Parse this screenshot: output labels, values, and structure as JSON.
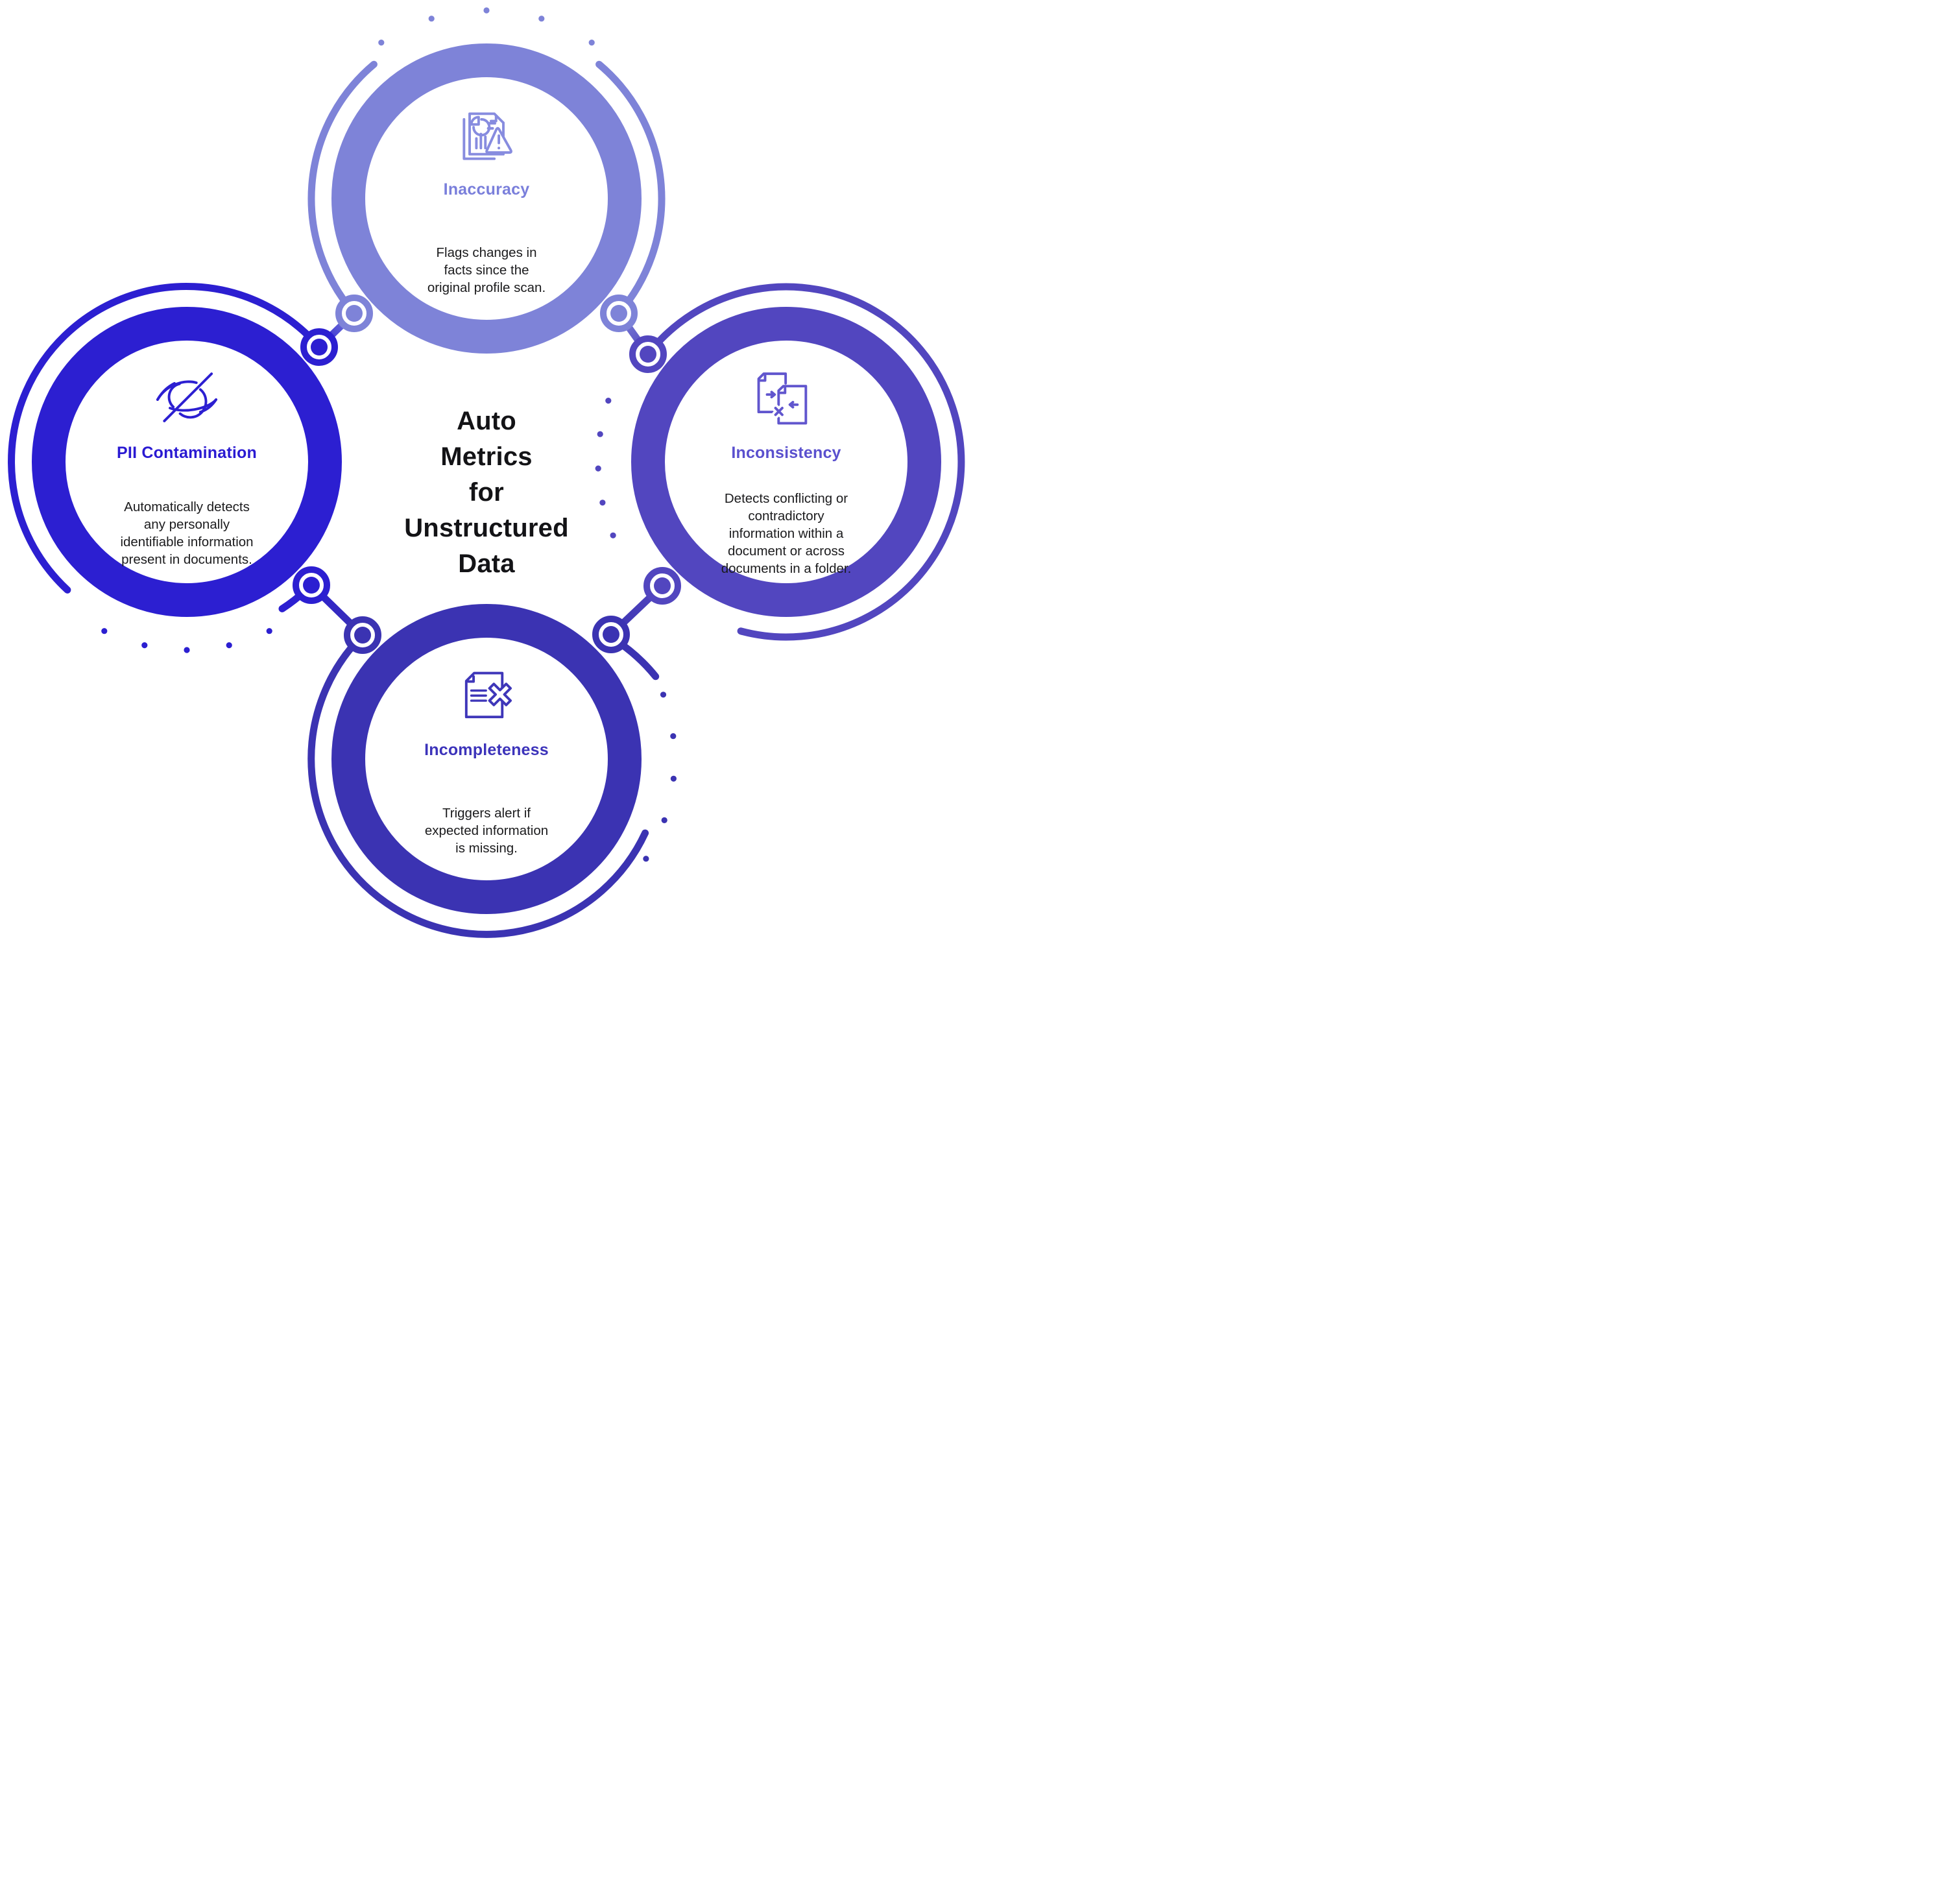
{
  "infographic": {
    "center_title": "Auto\nMetrics\nfor\nUnstructured\nData",
    "center_title_color": "#131316",
    "body_text_color": "#1B1B1D",
    "background_color": "#FFFFFF",
    "metrics": [
      {
        "id": "inaccuracy",
        "title": "Inaccuracy",
        "description": "Flags changes in\nfacts since the\noriginal profile scan.",
        "color": "#7E83D8",
        "title_color": "#7A7FDB",
        "icon_color": "#878CDF",
        "icon": "document-warning-icon",
        "position": "top"
      },
      {
        "id": "inconsistency",
        "title": "Inconsistency",
        "description": "Detects conflicting or\ncontradictory\ninformation within a\ndocument or across\ndocuments in a folder.",
        "color": "#5246BF",
        "title_color": "#5A50CE",
        "icon_color": "#6156CE",
        "icon": "documents-conflict-icon",
        "position": "right"
      },
      {
        "id": "pii-contamination",
        "title": "PII Contamination",
        "description": "Automatically detects\nany personally\nidentifiable information\npresent in documents.",
        "color": "#2C1FD1",
        "title_color": "#2A1AD2",
        "icon_color": "#2C1FD1",
        "icon": "eye-off-icon",
        "position": "left"
      },
      {
        "id": "incompleteness",
        "title": "Incompleteness",
        "description": "Triggers alert if\nexpected information\nis missing.",
        "color": "#3B33B2",
        "title_color": "#3C33BA",
        "icon_color": "#3E36B9",
        "icon": "document-x-icon",
        "position": "bottom"
      }
    ]
  }
}
